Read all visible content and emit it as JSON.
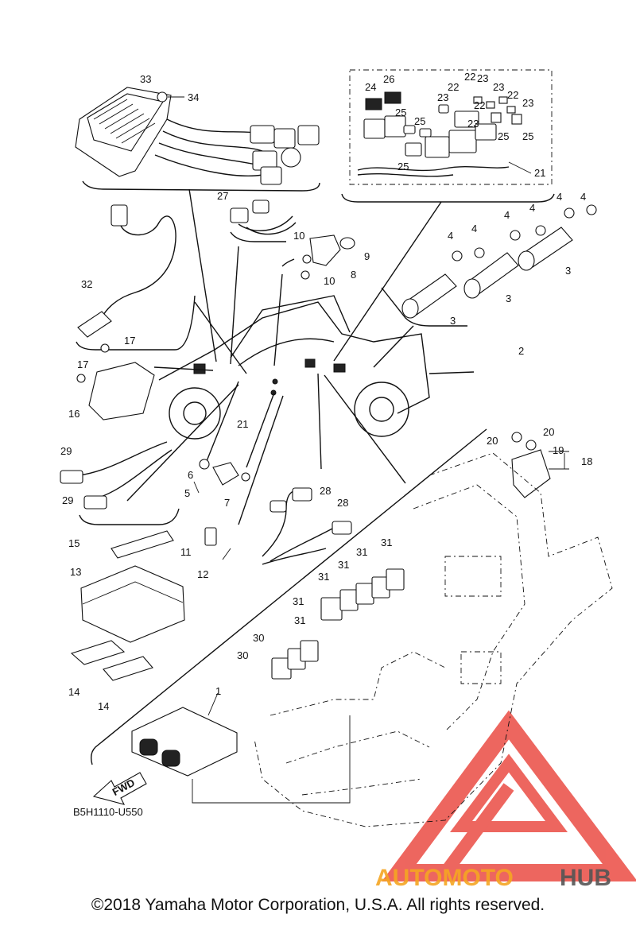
{
  "diagram_code": "B5H1110-U550",
  "fwd_label": "FWD",
  "copyright": "©2018 Yamaha Motor Corporation, U.S.A. All rights reserved.",
  "watermark": {
    "text_a": "AUTOMOTO",
    "text_b": "HUB",
    "color_a": "#f5a623",
    "color_b": "#555555",
    "logo_color": "#e8332a"
  },
  "callouts": {
    "c33": "33",
    "c34": "34",
    "c24": "24",
    "c26": "26",
    "c22a": "22",
    "c22b": "22",
    "c22c": "22",
    "c22d": "22",
    "c23a": "23",
    "c23b": "23",
    "c23c": "23",
    "c23d": "23",
    "c23e": "23",
    "c25a": "25",
    "c25b": "25",
    "c25c": "25",
    "c25d": "25",
    "c25e": "25",
    "c21a": "21",
    "c21b": "21",
    "c27": "27",
    "c10a": "10",
    "c10b": "10",
    "c9": "9",
    "c8": "8",
    "c4a": "4",
    "c4b": "4",
    "c4c": "4",
    "c4d": "4",
    "c4e": "4",
    "c4f": "4",
    "c3a": "3",
    "c3b": "3",
    "c3c": "3",
    "c32": "32",
    "c17a": "17",
    "c17b": "17",
    "c16": "16",
    "c2": "2",
    "c29a": "29",
    "c29b": "29",
    "c6": "6",
    "c5": "5",
    "c7": "7",
    "c28a": "28",
    "c28b": "28",
    "c15": "15",
    "c13": "13",
    "c11": "11",
    "c12": "12",
    "c14a": "14",
    "c14b": "14",
    "c20a": "20",
    "c20b": "20",
    "c19": "19",
    "c18": "18",
    "c31a": "31",
    "c31b": "31",
    "c31c": "31",
    "c31d": "31",
    "c31e": "31",
    "c31f": "31",
    "c30a": "30",
    "c30b": "30",
    "c1": "1"
  }
}
